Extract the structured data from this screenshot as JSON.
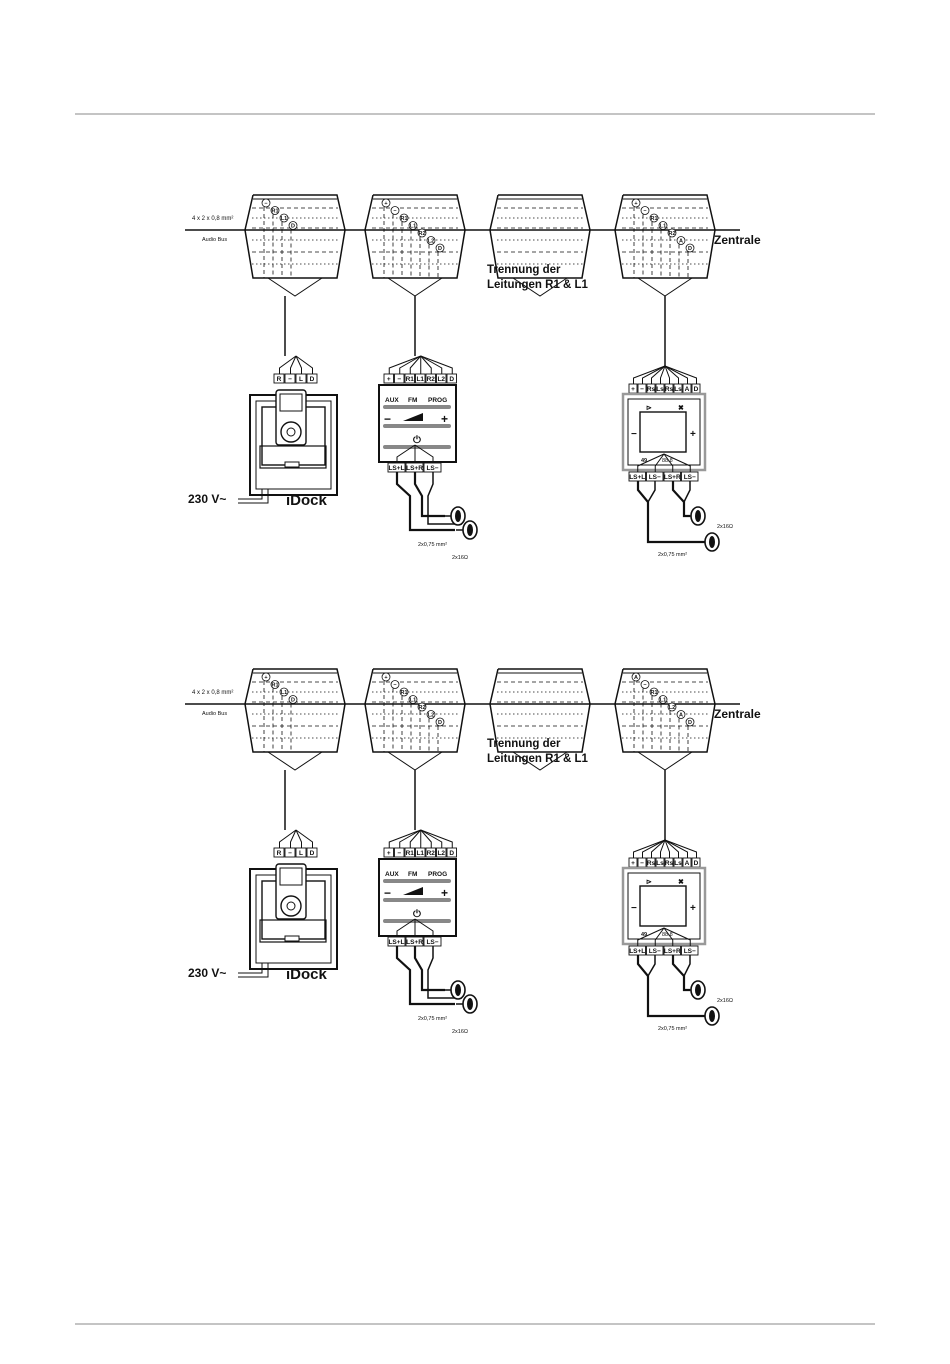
{
  "diagrams": [
    {
      "bus_spec": "4 x 2 x 0,8 mm²",
      "bus_label": "Audio Bus",
      "separation_line1": "Trennung der",
      "separation_line2": "Leitungen R1 & L1",
      "central_label": "Zentrale",
      "box_markers": [
        [
          "−",
          "R1",
          "L1",
          "D"
        ],
        [
          "+",
          "−",
          "R1",
          "L1",
          "R2",
          "L2",
          "D"
        ],
        [
          "+",
          "−",
          "R1",
          "L1",
          "R2",
          "A",
          "D"
        ]
      ],
      "idock": {
        "terminals": [
          "R",
          "−",
          "L",
          "D"
        ],
        "power_label": "230 V~",
        "name": "iDock"
      },
      "amplifier": {
        "terminals": [
          "+",
          "−",
          "R1",
          "L1",
          "R2",
          "L2",
          "D"
        ],
        "aux": "AUX",
        "fm": "FM",
        "prog": "PROG",
        "minus": "−",
        "plus": "+",
        "power": "⏻",
        "outputs": [
          "LS+L",
          "LS+R",
          "LS−"
        ],
        "cable_label": "2x0,75 mm²",
        "speaker_label": "2x16Ω"
      },
      "controller": {
        "terminals": [
          "+",
          "−",
          "Rs",
          "Ls",
          "Rs",
          "Ls",
          "A",
          "D"
        ],
        "sym_left": "⊳",
        "sym_right": "✖",
        "sym_plus": "+",
        "sym_minus": "−",
        "footer_left": "49",
        "footer_right": "88.8",
        "outputs": [
          "LS+L",
          "LS−",
          "LS+R",
          "LS−"
        ],
        "speaker_label": "2x16Ω",
        "cable_label": "2x0,75 mm²"
      }
    },
    {
      "bus_spec": "4 x 2 x 0,8 mm²",
      "bus_label": "Audio Bus",
      "separation_line1": "Trennung der",
      "separation_line2": "Leitungen R1 & L1",
      "central_label": "Zentrale",
      "box_markers": [
        [
          "+",
          "R1",
          "L1",
          "D"
        ],
        [
          "+",
          "−",
          "R1",
          "L1",
          "R2",
          "L2",
          "D"
        ],
        [
          "A",
          "−",
          "R1",
          "L1",
          "L2",
          "A",
          "D"
        ]
      ],
      "idock": {
        "terminals": [
          "R",
          "−",
          "L",
          "D"
        ],
        "power_label": "230 V~",
        "name": "iDock"
      },
      "amplifier": {
        "terminals": [
          "+",
          "−",
          "R1",
          "L1",
          "R2",
          "L2",
          "D"
        ],
        "aux": "AUX",
        "fm": "FM",
        "prog": "PROG",
        "minus": "−",
        "plus": "+",
        "power": "⏻",
        "outputs": [
          "LS+L",
          "LS+R",
          "LS−"
        ],
        "cable_label": "2x0,75 mm²",
        "speaker_label": "2x16Ω"
      },
      "controller": {
        "terminals": [
          "+",
          "−",
          "Rs",
          "Ls",
          "Rs",
          "Ls",
          "A",
          "D"
        ],
        "sym_left": "⊳",
        "sym_right": "✖",
        "sym_plus": "+",
        "sym_minus": "−",
        "footer_left": "49",
        "footer_right": "88.8",
        "outputs": [
          "LS+L",
          "LS−",
          "LS+R",
          "LS−"
        ],
        "speaker_label": "2x16Ω",
        "cable_label": "2x0,75 mm²"
      }
    }
  ]
}
